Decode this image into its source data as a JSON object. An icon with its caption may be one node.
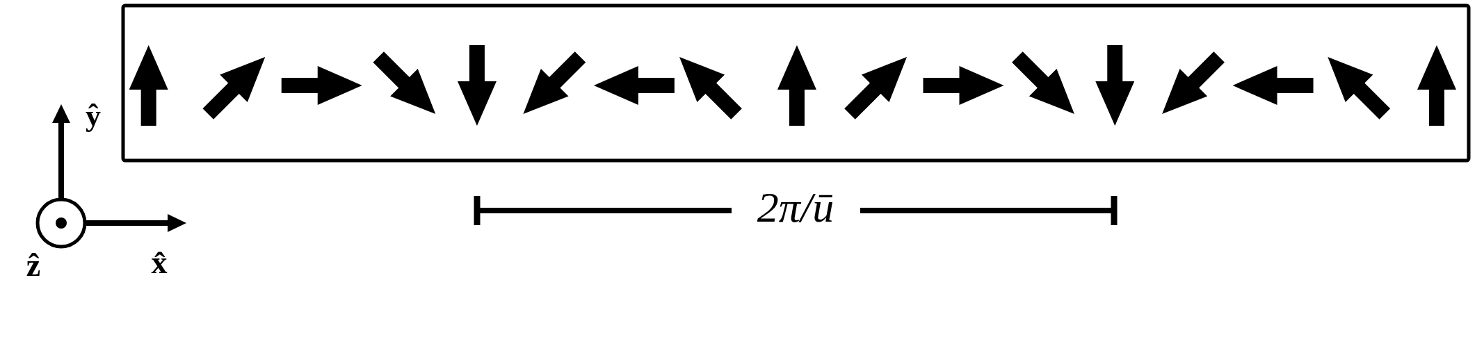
{
  "diagram": {
    "labels": [
      "ŷ",
      "ẑ",
      "x̂",
      "2π/ū"
    ]
  }
}
